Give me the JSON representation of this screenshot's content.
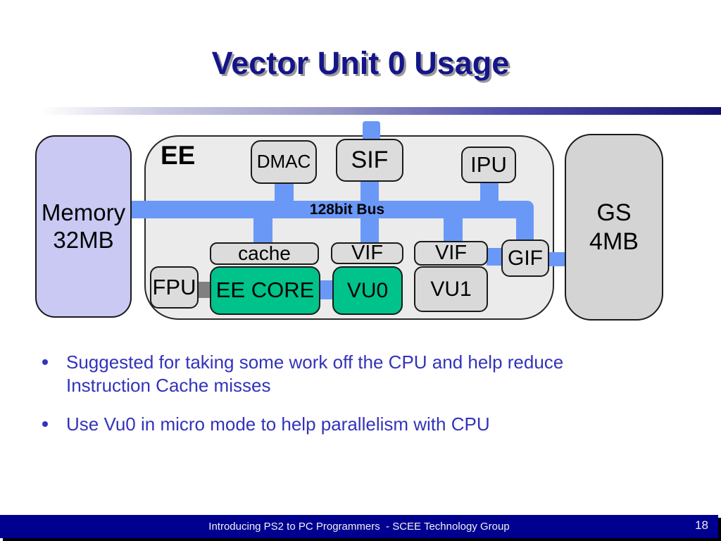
{
  "title": "Vector Unit 0 Usage",
  "diagram": {
    "ee_label": "EE",
    "bus_label": "128bit Bus",
    "memory": {
      "line1": "Memory",
      "line2": "32MB"
    },
    "gs": {
      "line1": "GS",
      "line2": "4MB"
    },
    "boxes": {
      "dmac": "DMAC",
      "sif": "SIF",
      "ipu": "IPU",
      "cache": "cache",
      "vif0": "VIF",
      "vif1": "VIF",
      "gif": "GIF",
      "fpu": "FPU",
      "ee_core": "EE CORE",
      "vu0": "VU0",
      "vu1": "VU1"
    }
  },
  "bullets": [
    "Suggested for taking some work off the CPU and help reduce Instruction Cache misses",
    "Use Vu0 in micro mode to help parallelism with CPU"
  ],
  "footer": {
    "text": "Introducing PS2 to PC Programmers  - SCEE Technology Group",
    "page_number": "18"
  },
  "colors": {
    "title_navy": "#15158a",
    "divider_navy": "#11116e",
    "bus_blue": "#6a98f7",
    "vu_green": "#00c28b",
    "memory_purple": "#c9c9f4",
    "box_gray": "#dcdcdc",
    "ee_container_gray": "#ebebeb",
    "gs_gray": "#d4d4d4",
    "fpu_link_gray": "#808080",
    "bullet_text_blue": "#3333bb",
    "footer_navy": "#000090"
  }
}
